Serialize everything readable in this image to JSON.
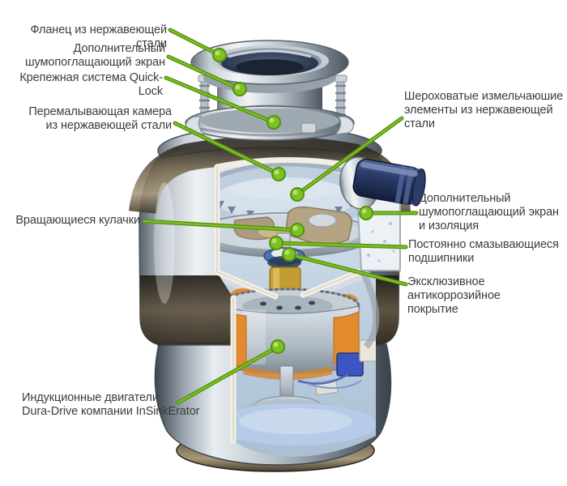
{
  "labels": {
    "flange": {
      "text": "Фланец из нержавеющей стали"
    },
    "noise_screen": {
      "text": "Дополнительный\nшумопоглащающий экран"
    },
    "quick_lock": {
      "text": "Крепежная система Quick-Lock"
    },
    "grind_chamber": {
      "text": "Перемалывающая камера\nиз нержавеющей стали"
    },
    "cams": {
      "text": "Вращающиеся кулачки"
    },
    "motor": {
      "text": "Индукционные двигатели\nDura-Drive компании InSinkErator"
    },
    "shredders": {
      "text": "Шероховатые измельчаюшие\nэлементы из нержавеющей стали"
    },
    "insulation": {
      "text": "Дополнительный\nшумопоглащающий экран\nи изоляция"
    },
    "bearings": {
      "text": "Постоянно смазывающиеся\nподшипники"
    },
    "coating": {
      "text": "Эксклюзивное антикоррозийное\nпокрытие"
    }
  },
  "colors": {
    "background": "#ffffff",
    "label_text": "#3c3c3c",
    "callout_green": "#7dc122",
    "callout_green_dark": "#55910f",
    "steel_light": "#eef2f4",
    "steel_dark": "#4d565f",
    "bronze": "#7a6a4f",
    "interior_blue": "#bfd0e1",
    "outlet_navy": "#2c3d6b",
    "winding_orange": "#e18a2e",
    "brass_yellow": "#c39d33"
  }
}
